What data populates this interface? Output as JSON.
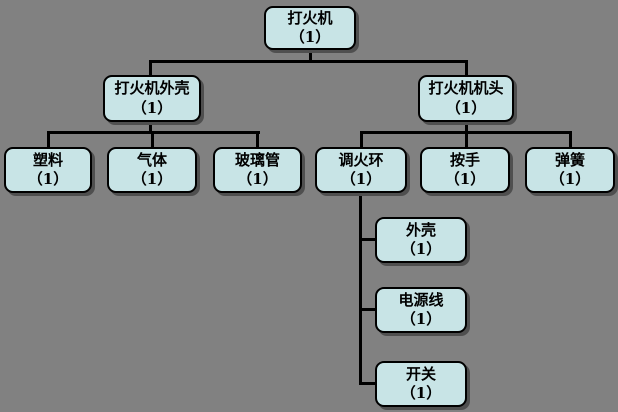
{
  "diagram": {
    "type": "tree",
    "title": "lighter product structure tree",
    "colors": {
      "background": "#818181",
      "node_fill": "#c8e4e6",
      "node_border": "#000000",
      "connector": "#000000",
      "shadow": "#4f4f4f"
    },
    "root": {
      "label": "打火机",
      "qty": "（1）",
      "children": [
        {
          "label": "打火机外壳",
          "qty": "（1）",
          "children": [
            {
              "label": "塑料",
              "qty": "（1）"
            },
            {
              "label": "气体",
              "qty": "（1）"
            },
            {
              "label": "玻璃管",
              "qty": "（1）"
            }
          ]
        },
        {
          "label": "打火机机头",
          "qty": "（1）",
          "children": [
            {
              "label": "调火环",
              "qty": "（1）",
              "children": [
                {
                  "label": "外壳",
                  "qty": "（1）"
                },
                {
                  "label": "电源线",
                  "qty": "（1）"
                },
                {
                  "label": "开关",
                  "qty": "（1）"
                }
              ]
            },
            {
              "label": "按手",
              "qty": "（1）"
            },
            {
              "label": "弹簧",
              "qty": "（1）"
            }
          ]
        }
      ]
    }
  }
}
